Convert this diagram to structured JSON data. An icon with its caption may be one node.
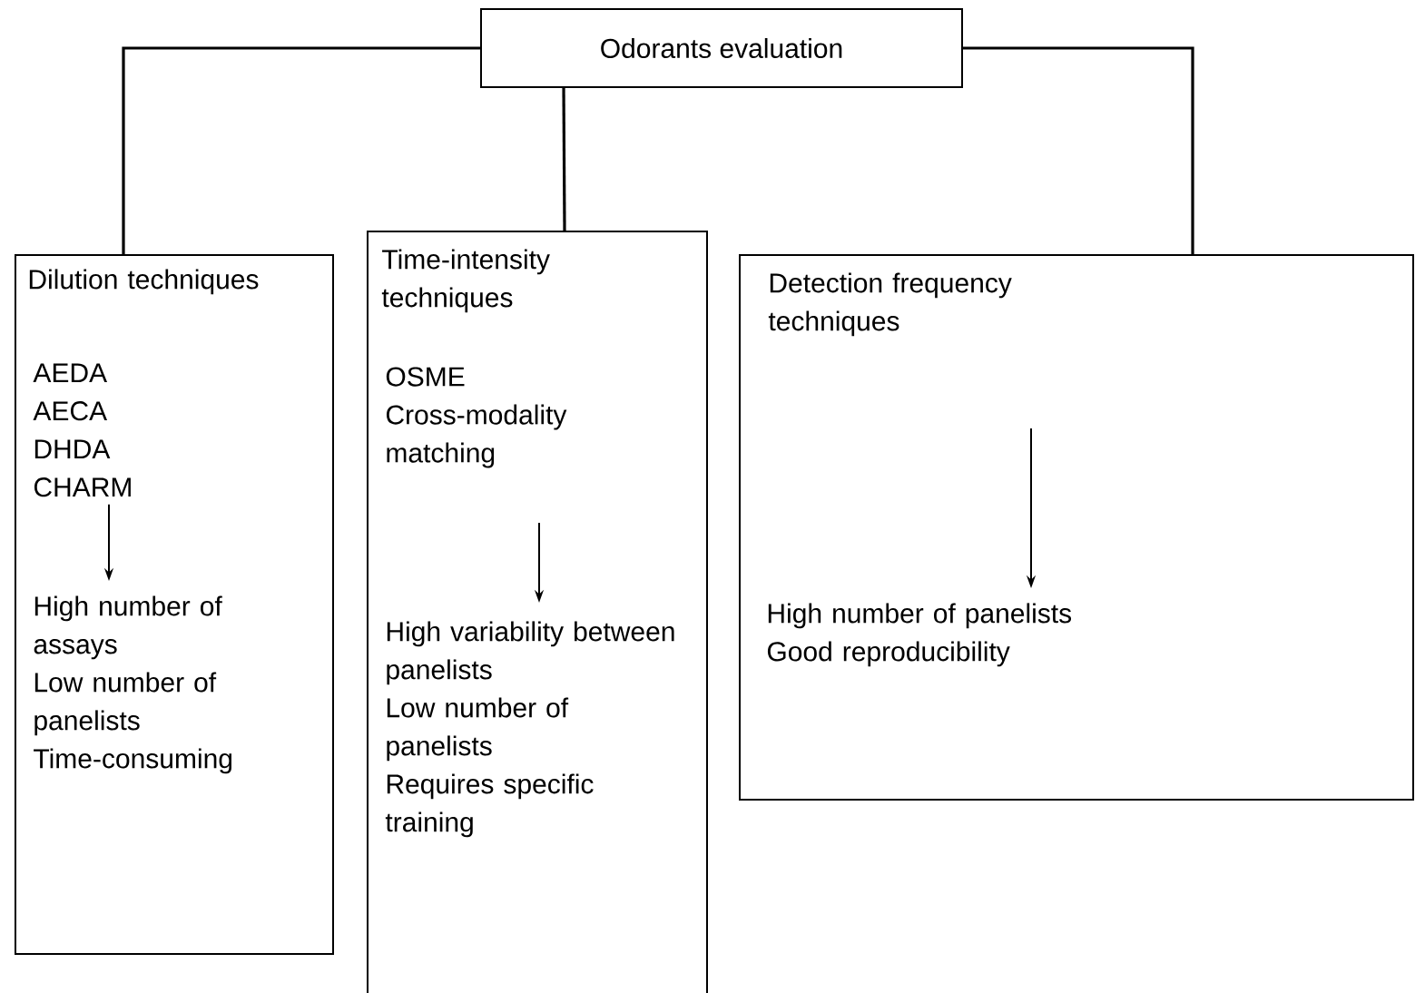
{
  "diagram": {
    "nodes": [
      {
        "text": [
          "Odorants evaluation"
        ]
      },
      {
        "text": [
          "Dilution techniques"
        ]
      },
      {
        "text": [
          "Time-intensity techniques"
        ]
      },
      {
        "text": [
          "Detection frequency techniques"
        ]
      },
      {
        "text": [
          "AEDA",
          "AECA",
          "DHDA",
          "CHARM"
        ],
        "in": 1
      },
      {
        "text": [
          "High number of assays",
          "Low number of panelists",
          "Time-consuming"
        ],
        "in": 1
      },
      {
        "text": [
          "OSME",
          "Cross-modality matching"
        ],
        "in": 2
      },
      {
        "text": [
          "High variability between panelists",
          "Low number of panelists",
          "Requires specific training"
        ],
        "in": 2
      },
      {
        "text": [
          "High number of panelists",
          "Good reproducibility"
        ],
        "in": 3
      }
    ],
    "edges": [
      {
        "from": 0,
        "to": 1,
        "arrow": "none"
      },
      {
        "from": 0,
        "to": 2,
        "arrow": "none"
      },
      {
        "from": 0,
        "to": 3,
        "arrow": "none"
      },
      {
        "from": 4,
        "to": 5,
        "arrow": "to"
      },
      {
        "from": 6,
        "to": 7,
        "arrow": "to"
      },
      {
        "from": null,
        "to": 8,
        "arrow": "to"
      }
    ]
  }
}
